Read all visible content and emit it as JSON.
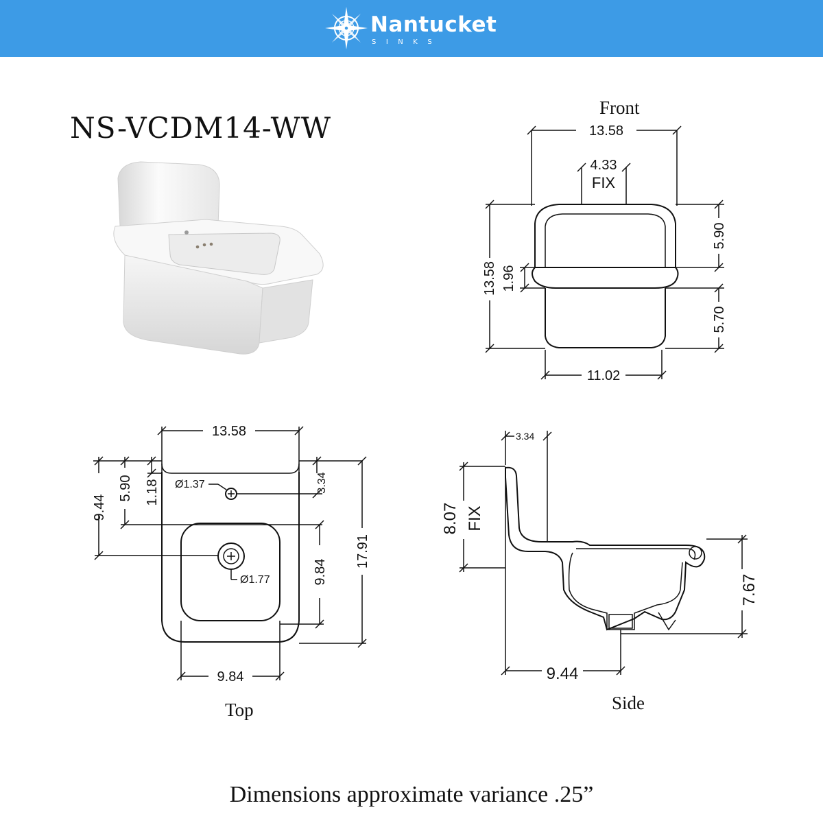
{
  "brand": {
    "name": "Nantucket",
    "sub": "SINKS",
    "color": "#3d9be6"
  },
  "model": "NS-VCDM14-WW",
  "views": {
    "front": "Front",
    "top": "Top",
    "side": "Side"
  },
  "footer": "Dimensions approximate variance .25”",
  "front_dims": {
    "width": "13.58",
    "fix_width": "4.33",
    "fix_label": "FIX",
    "height_total": "13.58",
    "rim": "1.96",
    "upper": "5.90",
    "lower": "5.70",
    "bottom": "11.02"
  },
  "top_dims": {
    "width": "13.58",
    "d944": "9.44",
    "d590": "5.90",
    "d118": "1.18",
    "tap_hole": "Ø1.37",
    "d334": "3.34",
    "drain": "Ø1.77",
    "d984v": "9.84",
    "d1791": "17.91",
    "d984h": "9.84"
  },
  "side_dims": {
    "d334": "3.34",
    "d807": "8.07",
    "fix_label": "FIX",
    "d767": "7.67",
    "d944": "9.44"
  }
}
